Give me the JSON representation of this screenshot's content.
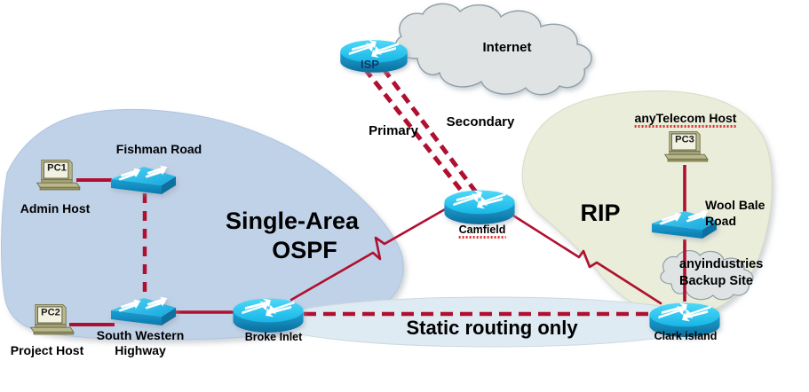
{
  "diagram": {
    "title": "Network topology with OSPF, RIP and static routing domains",
    "colors": {
      "ospf_region": "#bdd0e8",
      "rip_region": "#e8ecd8",
      "static_region": "#ddeaf2",
      "cloud_fill": "#dfe3e3",
      "cloud_stroke": "#8f9ea6",
      "link_red": "#b01030",
      "router_top": "#25c4ee",
      "router_body": "#1184b4",
      "switch_top": "#23bdea",
      "switch_body": "#0f86bd",
      "pc_body": "#a9a579"
    },
    "regions": [
      {
        "name": "ospf-region",
        "label_line1": "Single-Area",
        "label_line2": "OSPF"
      },
      {
        "name": "rip-region",
        "label": "RIP"
      },
      {
        "name": "static-region",
        "label": "Static routing only"
      }
    ],
    "clouds": [
      {
        "name": "internet-cloud",
        "label": "Internet"
      },
      {
        "name": "backup-site-cloud",
        "label_line1": "anyindustries",
        "label_line2": "Backup Site"
      }
    ],
    "nodes": [
      {
        "id": "isp",
        "type": "router",
        "label": "ISP",
        "label_inside": true
      },
      {
        "id": "camfield",
        "type": "router",
        "label": "Camfield",
        "spellcheck_underline": true
      },
      {
        "id": "broke-inlet",
        "type": "router",
        "label": "Broke Inlet"
      },
      {
        "id": "clark-island",
        "type": "router",
        "label": "Clark island"
      },
      {
        "id": "fishman-road",
        "type": "switch",
        "label": "Fishman Road"
      },
      {
        "id": "south-western-highway",
        "type": "switch",
        "label_line1": "South Western",
        "label_line2": "Highway"
      },
      {
        "id": "wool-bale-road",
        "type": "switch",
        "label_line1": "Wool Bale",
        "label_line2": "Road"
      },
      {
        "id": "admin-host",
        "type": "pc",
        "screen": "PC1",
        "label": "Admin Host"
      },
      {
        "id": "project-host",
        "type": "pc",
        "screen": "PC2",
        "label": "Project Host"
      },
      {
        "id": "anytelecom-host",
        "type": "pc",
        "screen": "PC3",
        "label": "anyTelecom Host",
        "spellcheck_underline": true
      }
    ],
    "link_labels": [
      {
        "name": "primary-link-label",
        "label": "Primary"
      },
      {
        "name": "secondary-link-label",
        "label": "Secondary"
      }
    ]
  }
}
